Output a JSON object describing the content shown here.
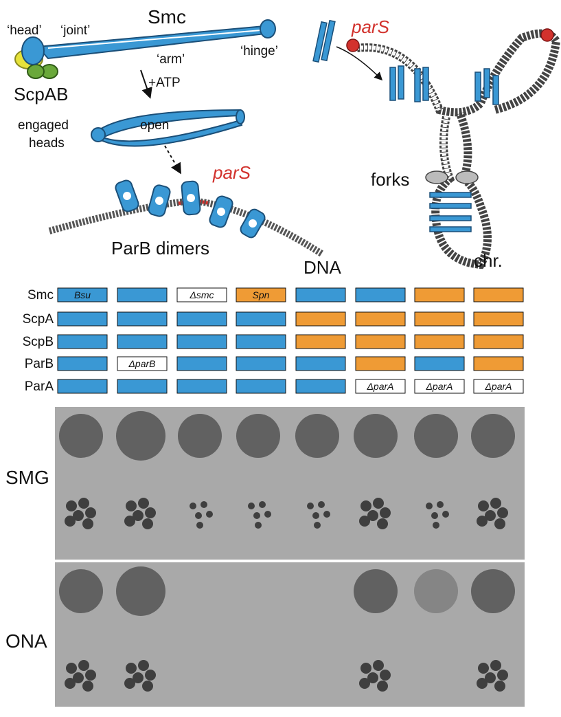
{
  "schematic": {
    "smc_label": "Smc",
    "head_label": "‘head’",
    "joint_label": "‘joint’",
    "arm_label": "‘arm’",
    "hinge_label": "‘hinge’",
    "scpab_label": "ScpAB",
    "atp_label": "+ATP",
    "engaged_heads_line1": "engaged",
    "engaged_heads_line2": "heads",
    "open_label": "open",
    "pars_label": "parS",
    "parb_dimers_label": "ParB dimers",
    "dna_label": "DNA",
    "pars_label_right": "parS",
    "forks_label": "forks",
    "chr_label": "chr."
  },
  "colors": {
    "blue": "#3a98d4",
    "orange": "#ef9b35",
    "white": "#ffffff",
    "red": "#d2322d",
    "yellow": "#e6e23a",
    "green": "#6aa83a",
    "plate_bg": "#a9a9a9",
    "colony_dark": "#555555"
  },
  "strain_table": {
    "rows": [
      {
        "name": "Smc",
        "cells": [
          {
            "color": "blue",
            "text": "Bsu"
          },
          {
            "color": "blue",
            "text": ""
          },
          {
            "color": "white",
            "text": "Δsmc"
          },
          {
            "color": "orange",
            "text": "Spn"
          },
          {
            "color": "blue",
            "text": ""
          },
          {
            "color": "blue",
            "text": ""
          },
          {
            "color": "orange",
            "text": ""
          },
          {
            "color": "orange",
            "text": ""
          }
        ]
      },
      {
        "name": "ScpA",
        "cells": [
          {
            "color": "blue",
            "text": ""
          },
          {
            "color": "blue",
            "text": ""
          },
          {
            "color": "blue",
            "text": ""
          },
          {
            "color": "blue",
            "text": ""
          },
          {
            "color": "orange",
            "text": ""
          },
          {
            "color": "orange",
            "text": ""
          },
          {
            "color": "orange",
            "text": ""
          },
          {
            "color": "orange",
            "text": ""
          }
        ]
      },
      {
        "name": "ScpB",
        "cells": [
          {
            "color": "blue",
            "text": ""
          },
          {
            "color": "blue",
            "text": ""
          },
          {
            "color": "blue",
            "text": ""
          },
          {
            "color": "blue",
            "text": ""
          },
          {
            "color": "orange",
            "text": ""
          },
          {
            "color": "orange",
            "text": ""
          },
          {
            "color": "orange",
            "text": ""
          },
          {
            "color": "orange",
            "text": ""
          }
        ]
      },
      {
        "name": "ParB",
        "cells": [
          {
            "color": "blue",
            "text": ""
          },
          {
            "color": "white",
            "text": "ΔparB"
          },
          {
            "color": "blue",
            "text": ""
          },
          {
            "color": "blue",
            "text": ""
          },
          {
            "color": "blue",
            "text": ""
          },
          {
            "color": "orange",
            "text": ""
          },
          {
            "color": "blue",
            "text": ""
          },
          {
            "color": "orange",
            "text": ""
          }
        ]
      },
      {
        "name": "ParA",
        "cells": [
          {
            "color": "blue",
            "text": ""
          },
          {
            "color": "blue",
            "text": ""
          },
          {
            "color": "blue",
            "text": ""
          },
          {
            "color": "blue",
            "text": ""
          },
          {
            "color": "blue",
            "text": ""
          },
          {
            "color": "white",
            "text": "ΔparA"
          },
          {
            "color": "white",
            "text": "ΔparA"
          },
          {
            "color": "white",
            "text": "ΔparA"
          }
        ]
      }
    ]
  },
  "plates": [
    {
      "name": "SMG",
      "growth": [
        1,
        1,
        1,
        1,
        1,
        1,
        1,
        1
      ],
      "colony_type": [
        "big",
        "big",
        "small",
        "small",
        "small",
        "big",
        "small",
        "big"
      ]
    },
    {
      "name": "ONA",
      "growth": [
        1,
        1,
        0,
        0,
        0,
        1,
        0.3,
        1
      ],
      "colony_type": [
        "big",
        "big",
        "none",
        "none",
        "none",
        "big",
        "none",
        "big"
      ]
    }
  ]
}
